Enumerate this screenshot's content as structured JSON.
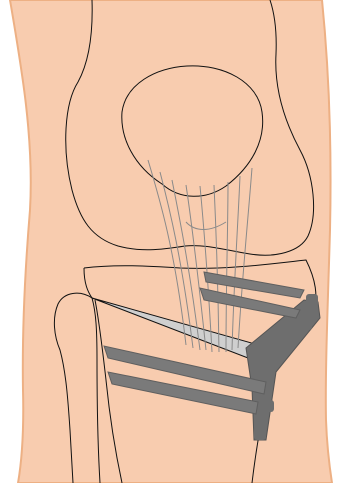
{
  "figure": {
    "kind": "anatomical illustration, no printed text",
    "colors": {
      "skin": "#F8CCAF",
      "skin_edge": "#EDB084",
      "background": "#FFFFFF",
      "bone_outline": "#111111",
      "tendon": "#8A8A8A",
      "wedge_fill": "#CFCFCF",
      "plate": "#6E6E6E",
      "screw": "#7A7A7A"
    },
    "parts": {
      "skin": "leg-skin",
      "femur": "femur-outline",
      "patella": "patella-outline",
      "tibia": "tibia-outline",
      "fibula": "fibula-outline",
      "tendon": "patellar-tendon",
      "wedge": "osteotomy-wedge-gap",
      "plate": "fixation-plate",
      "screws": [
        "upper-screw-1",
        "upper-screw-2",
        "lower-screw-1",
        "lower-screw-2"
      ]
    }
  }
}
